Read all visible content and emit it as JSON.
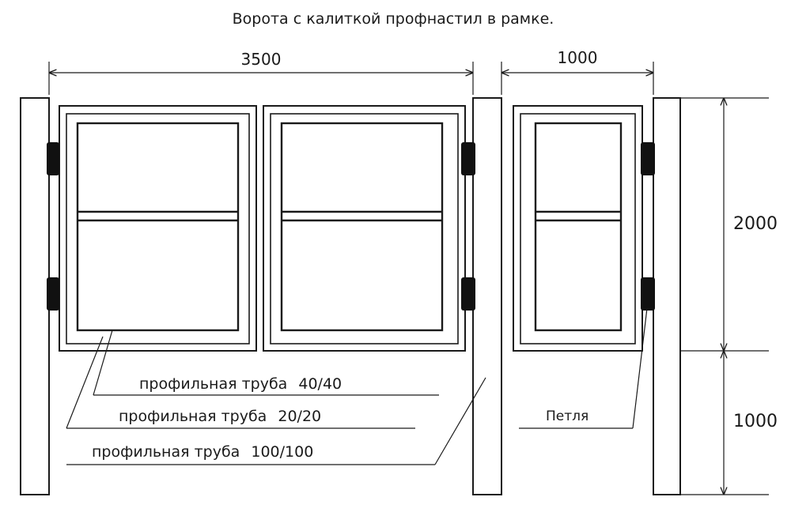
{
  "title": "Ворота с калиткой профнастил в рамке.",
  "dimensions": {
    "gate_width": "3500",
    "wicket_width": "1000",
    "gate_height": "2000",
    "post_below": "1000"
  },
  "callouts": {
    "pipe_40": {
      "name": "профильная труба",
      "size": "40/40"
    },
    "pipe_20": {
      "name": "профильная труба",
      "size": "20/20"
    },
    "pipe_100": {
      "name": "профильная труба",
      "size": "100/100"
    },
    "hinge": "Петля"
  }
}
